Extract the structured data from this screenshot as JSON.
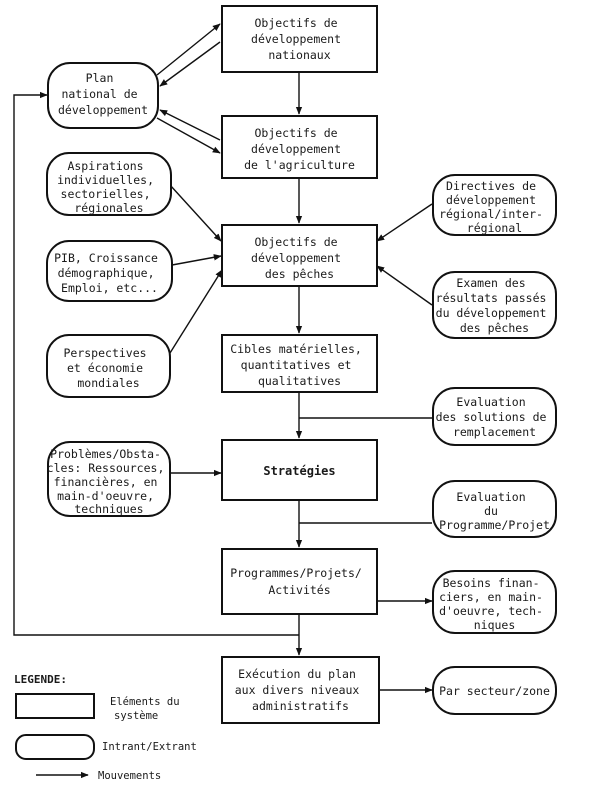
{
  "boxes": {
    "b1": [
      "Objectifs de",
      "développement",
      "nationaux"
    ],
    "b2": [
      "Objectifs de",
      "développement",
      "de l'agriculture"
    ],
    "b3": [
      "Objectifs de",
      "développement",
      "des pêches"
    ],
    "b4": [
      "Cibles matérielles,",
      "quantitatives et",
      "qualitatives"
    ],
    "b5": [
      "Stratégies"
    ],
    "b6": [
      "Programmes/Projets/",
      "Activités"
    ],
    "b7": [
      "Exécution du plan",
      "aux divers niveaux",
      "administratifs"
    ]
  },
  "pills": {
    "plan": [
      "Plan",
      "national de",
      "développement"
    ],
    "aspirations": [
      "Aspirations",
      "individuelles,",
      "sectorielles,",
      "régionales"
    ],
    "pib": [
      "PIB, Croissance",
      "démographique,",
      "Emploi, etc..."
    ],
    "perspectives": [
      "Perspectives",
      "et économie",
      "mondiales"
    ],
    "problemes": [
      "Problèmes/Obsta-",
      "cles: Ressources,",
      "financières, en",
      "main-d'oeuvre,",
      "techniques"
    ],
    "directives": [
      "Directives de",
      "développement",
      "régional/inter-",
      "régional"
    ],
    "examen": [
      "Examen des",
      "résultats passés",
      "du développement",
      "des pêches"
    ],
    "evaluation_solutions": [
      "Evaluation",
      "des solutions de",
      "remplacement"
    ],
    "evaluation_programme": [
      "Evaluation",
      "du",
      "Programme/Projet"
    ],
    "besoins": [
      "Besoins finan-",
      "ciers, en main-",
      "d'oeuvre, tech-",
      "niques"
    ],
    "secteur": [
      "Par secteur/zone"
    ]
  },
  "legend": {
    "title": "LEGENDE:",
    "elements": [
      "Eléments du",
      "système"
    ],
    "intrant": "Intrant/Extrant",
    "mouvements": "Mouvements"
  }
}
